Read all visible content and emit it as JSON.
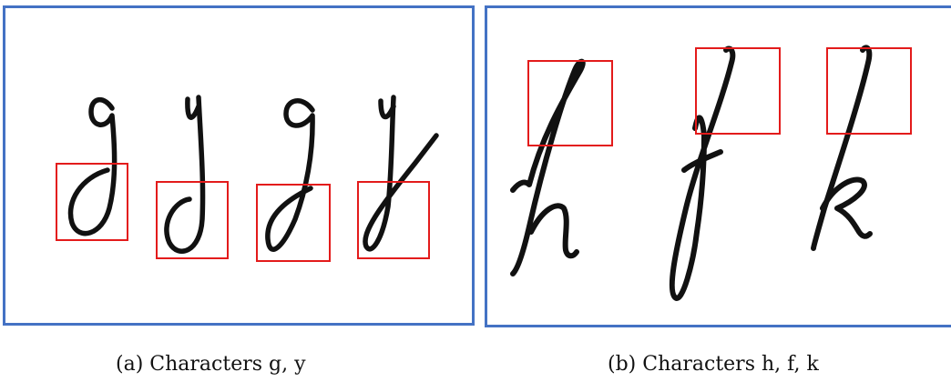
{
  "figure": {
    "subfigures": [
      {
        "id": "a",
        "caption": "(a) Characters g, y",
        "characters": [
          "g",
          "y",
          "g",
          "y"
        ],
        "highlight_color": "#e31b1b",
        "frame_color": "#4472c4"
      },
      {
        "id": "b",
        "caption": "(b) Characters h, f, k",
        "characters": [
          "h",
          "f",
          "k"
        ],
        "highlight_color": "#e31b1b",
        "frame_color": "#4472c4"
      }
    ]
  }
}
